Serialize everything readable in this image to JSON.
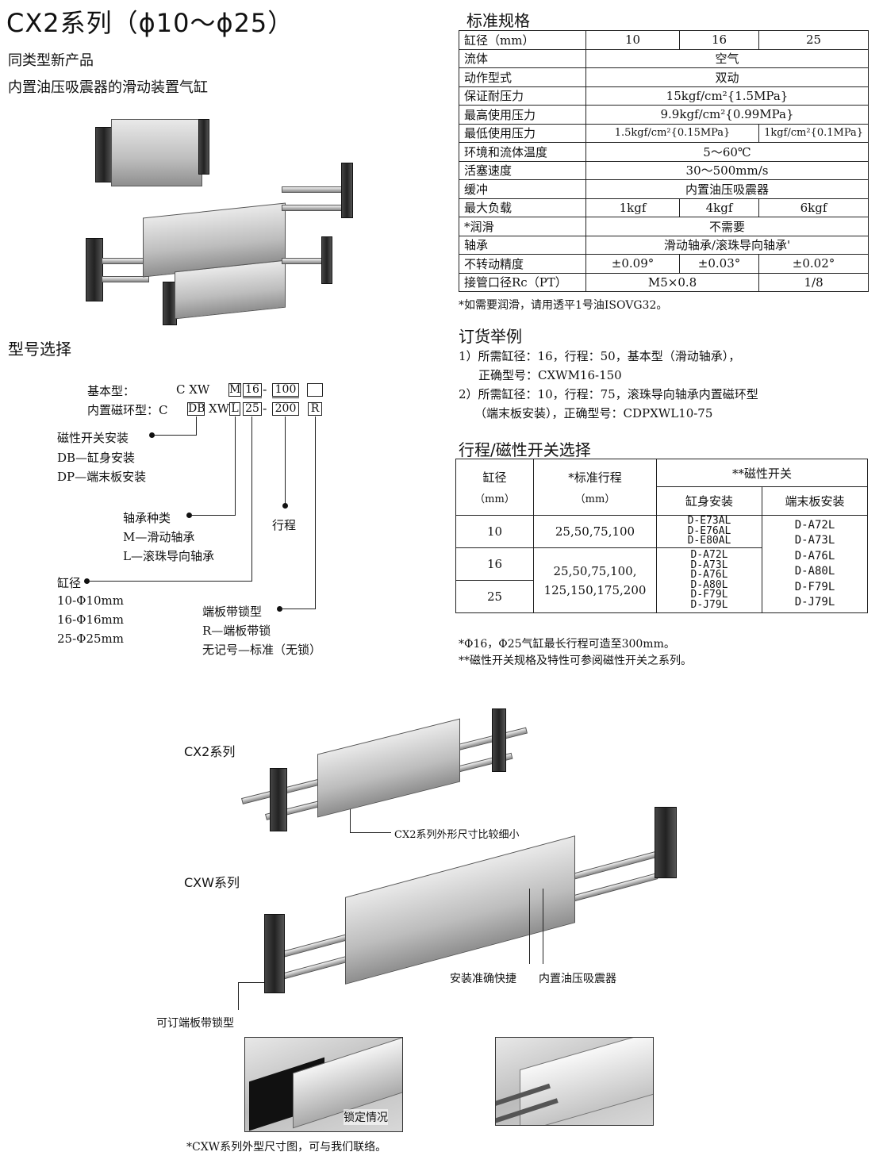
{
  "header": {
    "title": "CX2系列（ϕ10～ϕ25）",
    "subtitle1": "同类型新产品",
    "subtitle2": "内置油压吸震器的滑动装置气缸"
  },
  "spec": {
    "heading": "标准规格",
    "rows": [
      {
        "label": "缸径（mm）",
        "cells": [
          "10",
          "16",
          "25"
        ]
      },
      {
        "label": "流体",
        "cells": [
          "空气"
        ]
      },
      {
        "label": "动作型式",
        "cells": [
          "双动"
        ]
      },
      {
        "label": "保证耐压力",
        "cells": [
          "15kgf/cm²{1.5MPa}"
        ]
      },
      {
        "label": "最高使用压力",
        "cells": [
          "9.9kgf/cm²{0.99MPa}"
        ]
      },
      {
        "label": "最低使用压力",
        "cells": [
          "1.5kgf/cm²{0.15MPa}",
          "1kgf/cm²{0.1MPa}"
        ]
      },
      {
        "label": "环境和流体温度",
        "cells": [
          "5～60℃"
        ]
      },
      {
        "label": "活塞速度",
        "cells": [
          "30～500mm/s"
        ]
      },
      {
        "label": "缓冲",
        "cells": [
          "内置油压吸震器"
        ]
      },
      {
        "label": "最大负载",
        "cells": [
          "1kgf",
          "4kgf",
          "6kgf"
        ]
      },
      {
        "label": "*润滑",
        "cells": [
          "不需要"
        ]
      },
      {
        "label": "轴承",
        "cells": [
          "滑动轴承/滚珠导向轴承'"
        ]
      },
      {
        "label": "不转动精度",
        "cells": [
          "±0.09°",
          "±0.03°",
          "±0.02°"
        ]
      },
      {
        "label": "接管口径Rc（PT）",
        "cells": [
          "M5×0.8",
          "1/8"
        ]
      }
    ],
    "footnote": "*如需要润滑，请用透平1号油ISOVG32。"
  },
  "order": {
    "heading": "订货举例",
    "line1": "1）所需缸径：16，行程：50，基本型（滑动轴承），",
    "line2": "正确型号：CXWM16-150",
    "line3": "2）所需缸径：10，行程：75，滚珠导向轴承内置磁环型",
    "line4": "（端末板安装），正确型号：CDPXWL10-75"
  },
  "stroke": {
    "heading": "行程/磁性开关选择",
    "col_bore": "缸径",
    "col_bore_unit": "（mm）",
    "col_stroke": "*标准行程",
    "col_stroke_unit": "（mm）",
    "col_switch": "**磁性开关",
    "col_body": "缸身安装",
    "col_end": "端末板安装",
    "row10_bore": "10",
    "row10_stroke": "25,50,75,100",
    "row10_body": [
      "D-E73AL",
      "D-E76AL",
      "D-E80AL"
    ],
    "row16_bore": "16",
    "row25_bore": "25",
    "row1625_stroke_a": "25,50,75,100,",
    "row1625_stroke_b": "125,150,175,200",
    "row1625_body": [
      "D-A72L",
      "D-A73L",
      "D-A76L",
      "D-A80L",
      "D-F79L",
      "D-J79L"
    ],
    "end_list": [
      "D-A72L",
      "D-A73L",
      "D-A76L",
      "D-A80L",
      "D-F79L",
      "D-J79L"
    ],
    "note1": "*Φ16，Φ25气缸最长行程可造至300mm。",
    "note2": "**磁性开关规格及特性可参阅磁性开关之系列。"
  },
  "model": {
    "heading": "型号选择",
    "basic_label": "基本型：",
    "basic_prefix": "C XW",
    "basic_m": "M",
    "basic_bore": "16",
    "basic_dash": "-",
    "basic_stroke": "100",
    "basic_lock": "",
    "mag_label": "内置磁环型：C",
    "mag_db": "DB",
    "mag_xw": "XW",
    "mag_l": "L",
    "mag_bore": "25",
    "mag_dash": "-",
    "mag_stroke": "200",
    "mag_r": "R",
    "switch_mount": "磁性开关安装",
    "switch_db": "DB—缸身安装",
    "switch_dp": "DP—端末板安装",
    "bearing": "轴承种类",
    "bearing_m": "M—滑动轴承",
    "bearing_l": "L—滚珠导向轴承",
    "stroke": "行程",
    "bore": "缸径",
    "bore_10": "10-Φ10mm",
    "bore_16": "16-Φ16mm",
    "bore_25": "25-Φ25mm",
    "lock": "端板带锁型",
    "lock_r": "R—端板带锁",
    "lock_none": "无记号—标准（无锁）"
  },
  "diagrams": {
    "cx2_label": "CX2系列",
    "cx2_note": "CX2系列外形尺寸比较细小",
    "cxw_label": "CXW系列",
    "callout_install": "安装准确快捷",
    "callout_absorber": "内置油压吸震器",
    "callout_lock": "可订端板带锁型",
    "photo_caption": "锁定情况",
    "bottom_note": "*CXW系列外型尺寸图，可与我们联络。"
  }
}
